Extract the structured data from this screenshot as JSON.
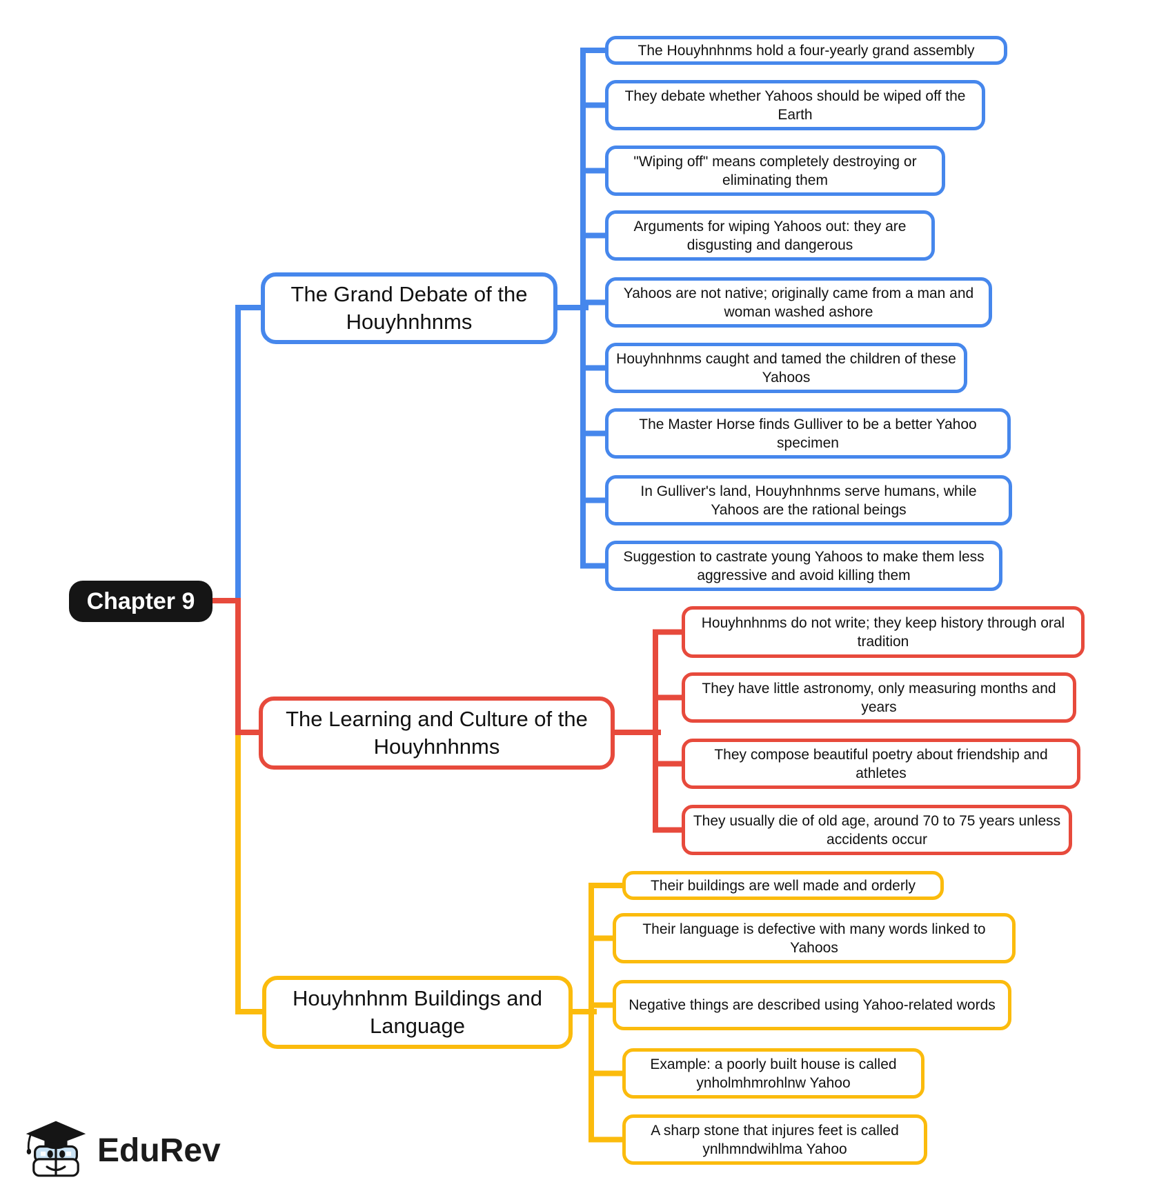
{
  "colors": {
    "blue": "#4687EC",
    "red": "#E74A3C",
    "yellow": "#FBBB0D",
    "root_bg": "#151515",
    "root_text": "#FFFFFF",
    "text": "#111111",
    "background": "#FFFFFF",
    "logo_book": "#C9E2F4"
  },
  "root": {
    "label": "Chapter 9"
  },
  "branches": [
    {
      "title": "The Grand Debate of the Houyhnhnms",
      "color": "#4687EC",
      "children": [
        "The Houyhnhnms hold a four-yearly grand assembly",
        "They debate whether Yahoos should be wiped off the Earth",
        "\"Wiping off\" means completely destroying or eliminating them",
        "Arguments for wiping Yahoos out: they are disgusting and dangerous",
        "Yahoos are not native; originally came from a man and woman washed ashore",
        "Houyhnhnms caught and tamed the children of these Yahoos",
        "The Master Horse finds Gulliver to be a better Yahoo specimen",
        "In Gulliver's land, Houyhnhnms serve humans, while Yahoos are the rational beings",
        "Suggestion to castrate young Yahoos to make them less aggressive and avoid killing them"
      ]
    },
    {
      "title": "The Learning and Culture of the Houyhnhnms",
      "color": "#E74A3C",
      "children": [
        "Houyhnhnms do not write; they keep history through oral tradition",
        "They have little astronomy, only measuring months and years",
        "They compose beautiful poetry about friendship and athletes",
        "They usually die of old age, around 70 to 75 years unless accidents occur"
      ]
    },
    {
      "title": "Houyhnhnm Buildings and Language",
      "color": "#FBBB0D",
      "children": [
        "Their buildings are well made and orderly",
        "Their language is defective with many words linked to Yahoos",
        "Negative things are described using Yahoo-related words",
        "Example: a poorly built house is called ynholmhmrohlnw Yahoo",
        "A sharp stone that injures feet is called ynlhmndwihlma Yahoo"
      ]
    }
  ],
  "logo": {
    "text": "EduRev"
  }
}
